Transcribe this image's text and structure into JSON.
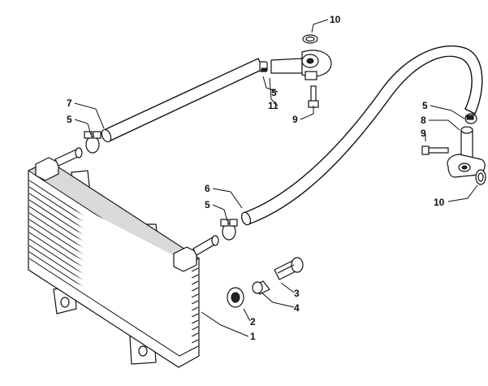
{
  "diagram": {
    "callouts": [
      {
        "id": "c10-top",
        "text": "10"
      },
      {
        "id": "c5-top",
        "text": "5"
      },
      {
        "id": "c11",
        "text": "11"
      },
      {
        "id": "c9-top",
        "text": "9"
      },
      {
        "id": "c7",
        "text": "7"
      },
      {
        "id": "c5-left",
        "text": "5"
      },
      {
        "id": "c5-right",
        "text": "5"
      },
      {
        "id": "c8",
        "text": "8"
      },
      {
        "id": "c9-right",
        "text": "9"
      },
      {
        "id": "c10-right",
        "text": "10"
      },
      {
        "id": "c6",
        "text": "6"
      },
      {
        "id": "c5-mid",
        "text": "5"
      },
      {
        "id": "c3",
        "text": "3"
      },
      {
        "id": "c4",
        "text": "4"
      },
      {
        "id": "c2",
        "text": "2"
      },
      {
        "id": "c1",
        "text": "1"
      }
    ]
  }
}
